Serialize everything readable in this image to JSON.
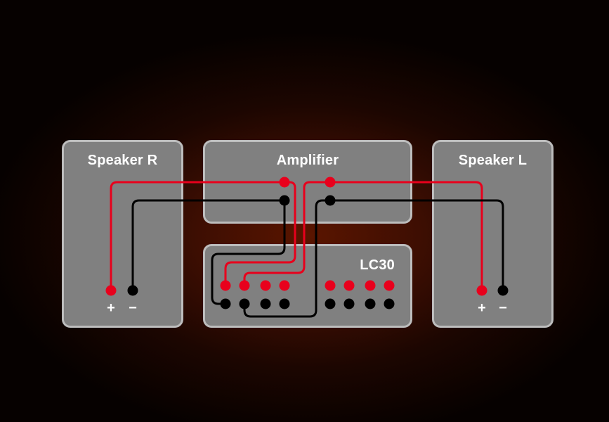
{
  "diagram": {
    "speaker_r": {
      "title": "Speaker R",
      "plus_label": "+",
      "minus_label": "−"
    },
    "amplifier": {
      "title": "Amplifier"
    },
    "speaker_l": {
      "title": "Speaker L",
      "plus_label": "+",
      "minus_label": "−"
    },
    "lc30": {
      "title": "LC30"
    }
  },
  "colors": {
    "positive_wire": "#e8001c",
    "negative_wire": "#000000",
    "box_fill": "#808080",
    "box_border": "#bdbdbd"
  }
}
